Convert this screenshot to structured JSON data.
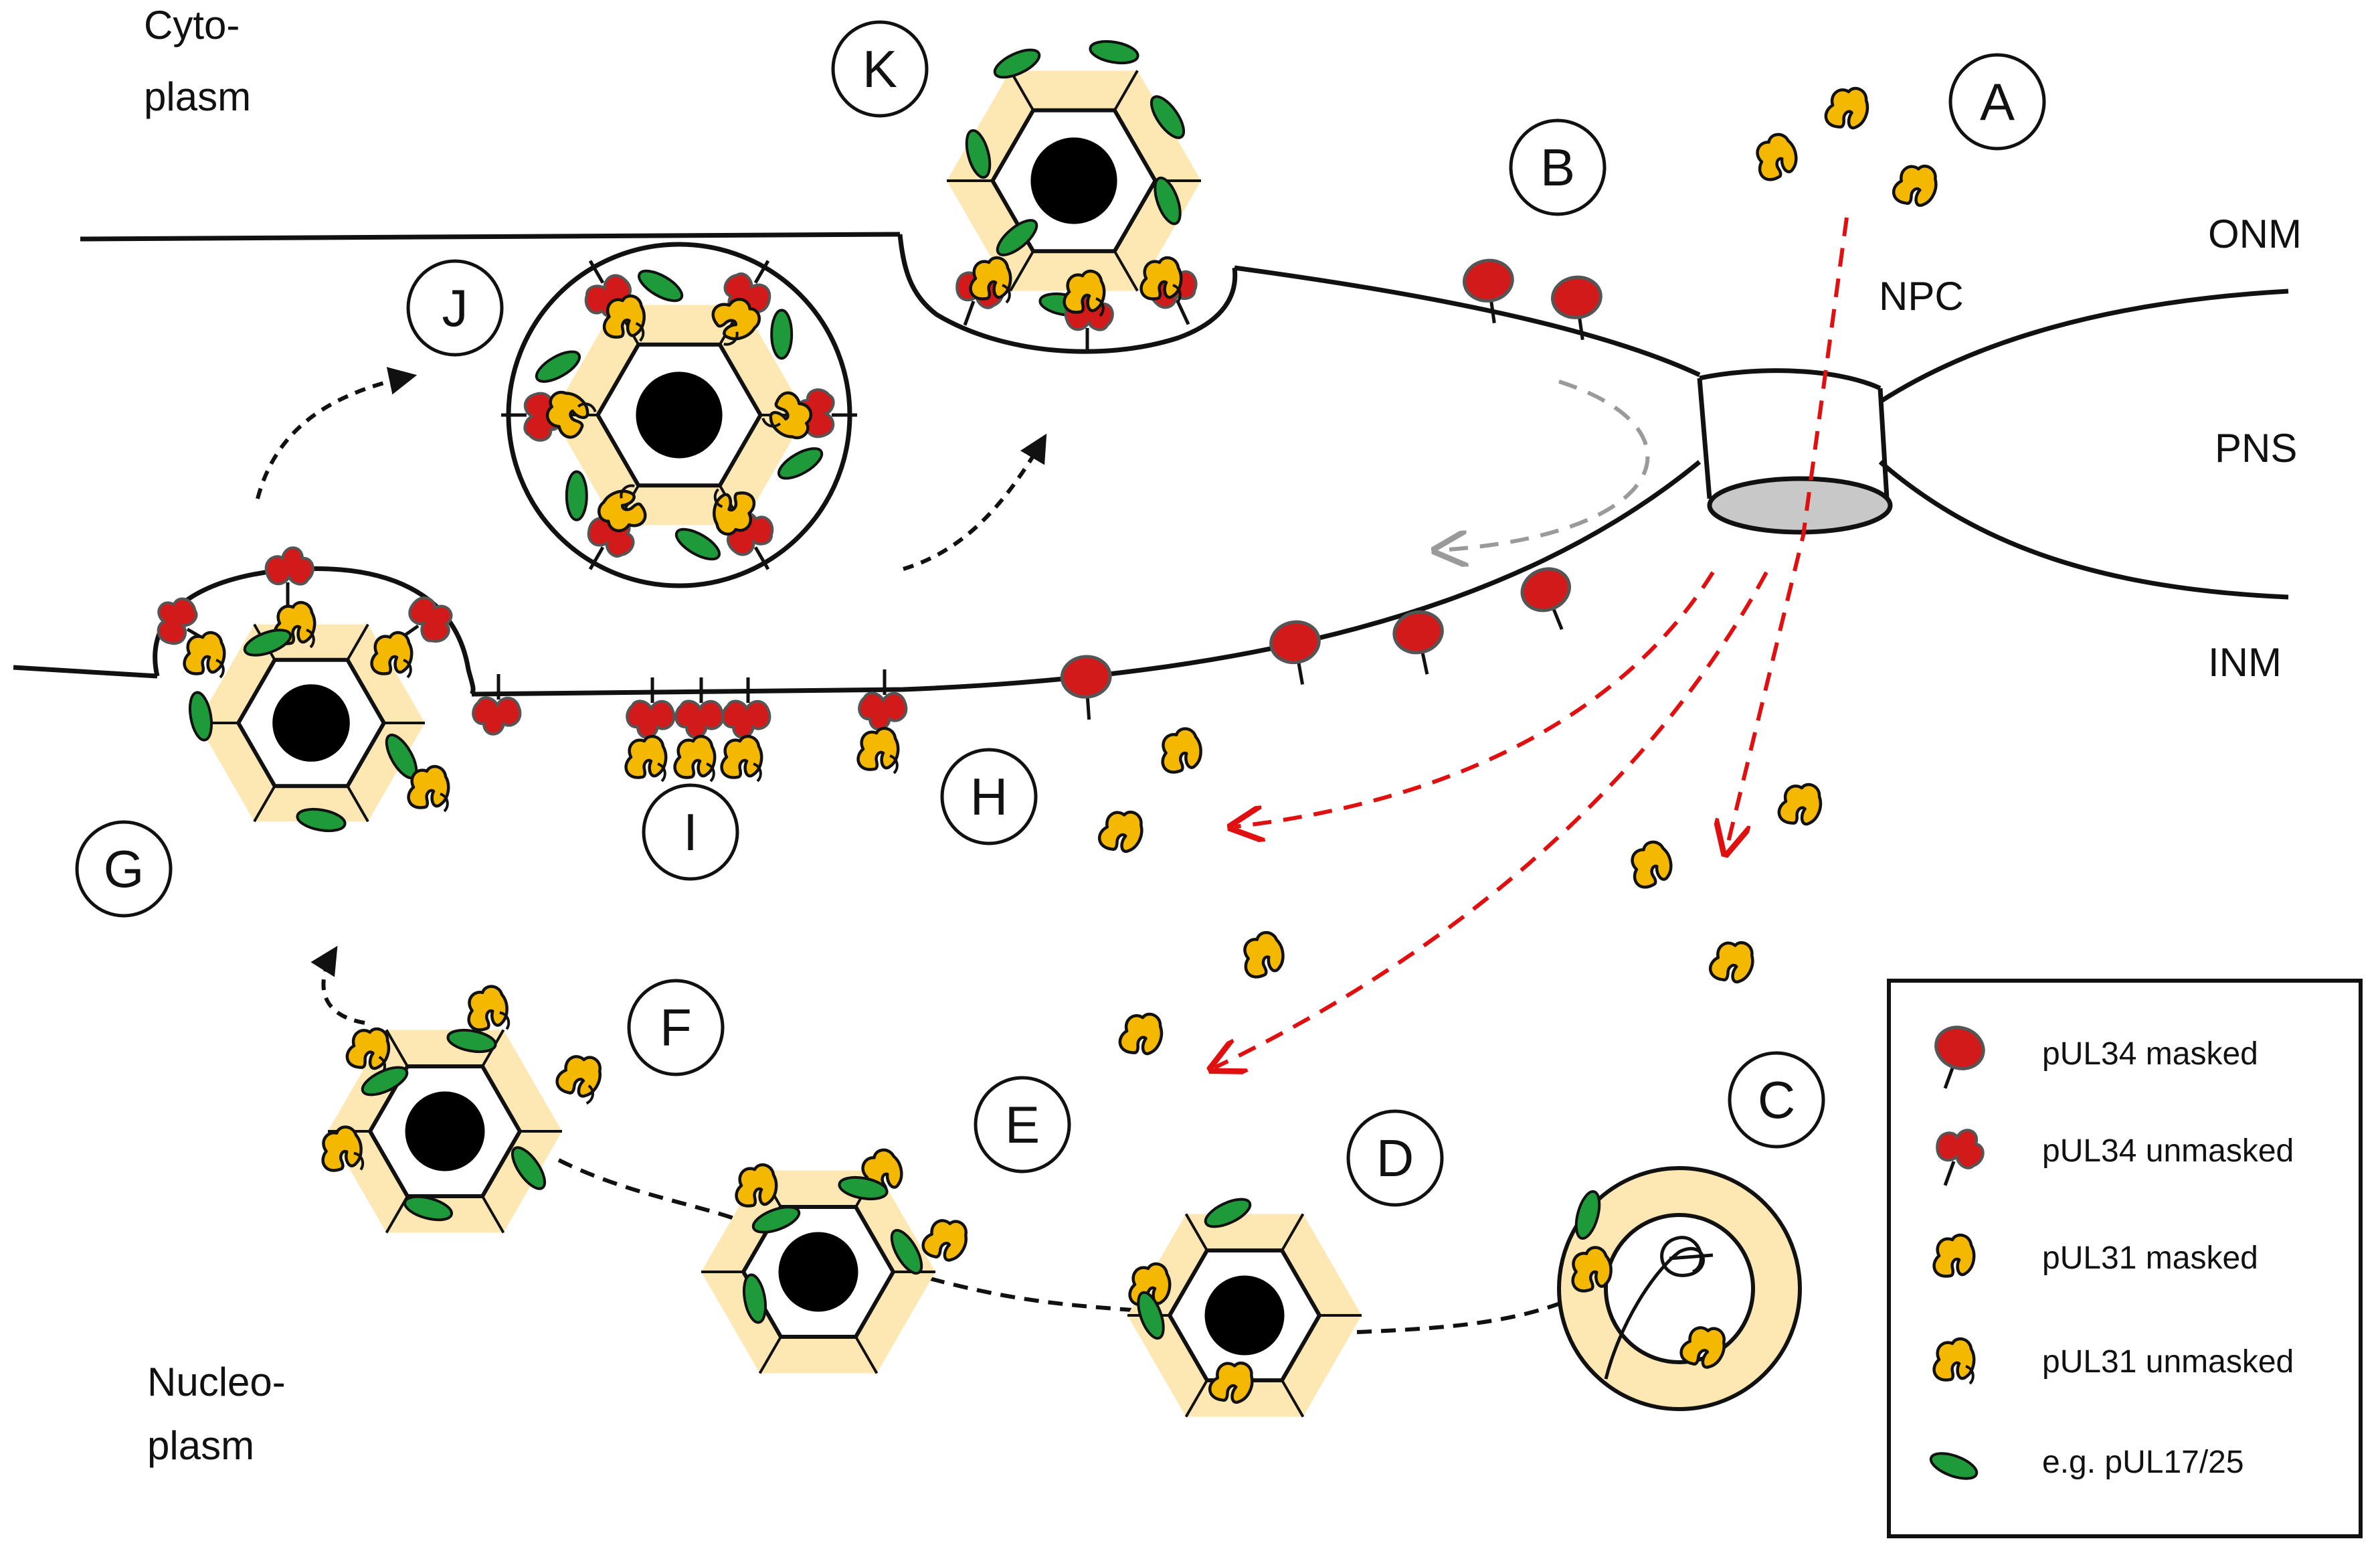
{
  "regions": {
    "cytoplasm": [
      "Cyto-",
      "plasm"
    ],
    "nucleoplasm": [
      "Nucleo-",
      "plasm"
    ]
  },
  "membranes": {
    "onm": "ONM",
    "pns": "PNS",
    "inm": "INM",
    "npc": "NPC"
  },
  "steps": [
    "A",
    "B",
    "C",
    "D",
    "E",
    "F",
    "G",
    "H",
    "I",
    "J",
    "K"
  ],
  "legend": [
    {
      "icon": "pul34-masked-icon",
      "label": "pUL34 masked"
    },
    {
      "icon": "pul34-unmasked-icon",
      "label": "pUL34 unmasked"
    },
    {
      "icon": "pul31-masked-icon",
      "label": "pUL31 masked"
    },
    {
      "icon": "pul31-unmasked-icon",
      "label": "pUL31 unmasked"
    },
    {
      "icon": "pul17-25-icon",
      "label": "e.g. pUL17/25"
    }
  ],
  "colors": {
    "pUL34": "#d31a1a",
    "pUL31": "#f5b800",
    "pUL17_25": "#1e9a3a",
    "capsid_shell": "#fde8b4",
    "npc_basket": "#c8c8c8",
    "transport_arrow": "#e01010",
    "recycling_arrow": "#9a9a9a"
  }
}
